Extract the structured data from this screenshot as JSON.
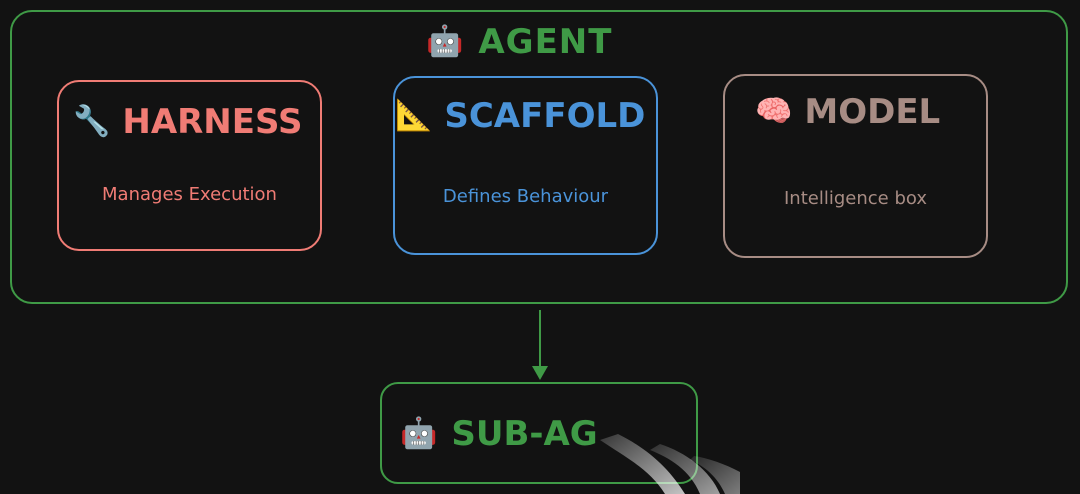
{
  "agent": {
    "emoji": "🤖",
    "title": "AGENT",
    "color": "#3f9a46"
  },
  "cards": {
    "harness": {
      "emoji": "🔧",
      "title": "HARNESS",
      "description": "Manages Execution",
      "color": "#f07c75"
    },
    "scaffold": {
      "emoji": "📐",
      "title": "SCAFFOLD",
      "description": "Defines Behaviour",
      "color": "#4a93d9"
    },
    "model": {
      "emoji": "🧠",
      "title": "MODEL",
      "description": "Intelligence box",
      "color": "#a78c84"
    }
  },
  "subagent": {
    "emoji": "🤖",
    "title": "SUB-AG",
    "color": "#3f9a46"
  }
}
